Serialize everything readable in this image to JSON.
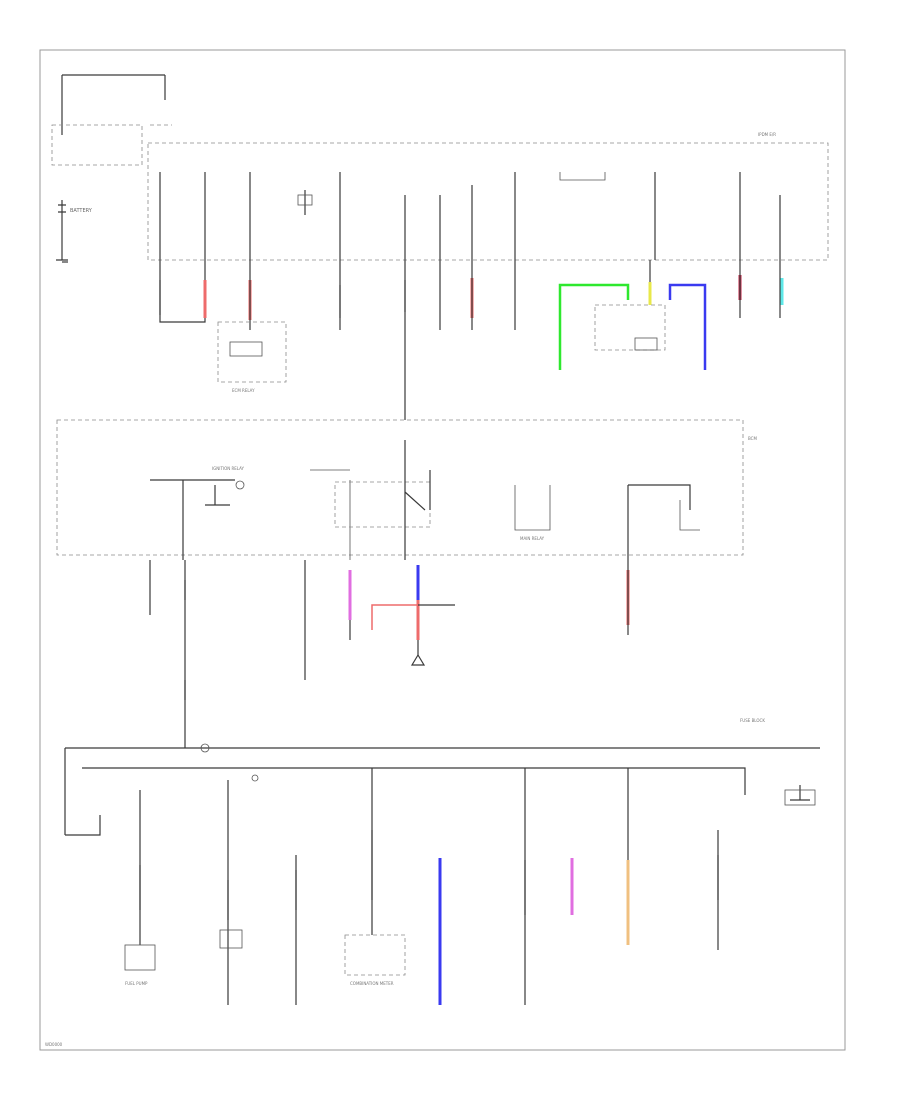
{
  "diagram": {
    "colors": {
      "line": "#3a3a3a",
      "border": "#9a9a9a",
      "red": "#ee6b6b",
      "green": "#2ee82e",
      "blue": "#3a3af0",
      "yellow": "#e8e84a",
      "cyan": "#5ee8e8",
      "pink": "#e06ee0",
      "orange": "#f0c080",
      "darkred": "#c02a4a",
      "violet": "#9a4ad8"
    },
    "labels": {
      "battery": "BATTERY",
      "fuse_block": "FUSE BLOCK",
      "ipdm_er": "IPDM E/R",
      "bcm": "BCM",
      "ecm_relay": "ECM RELAY",
      "fuel_pump": "FUEL PUMP",
      "ignition_relay": "IGNITION RELAY",
      "main_relay": "MAIN RELAY",
      "combination_meter": "COMBINATION METER",
      "page_id": "WD0000"
    }
  }
}
